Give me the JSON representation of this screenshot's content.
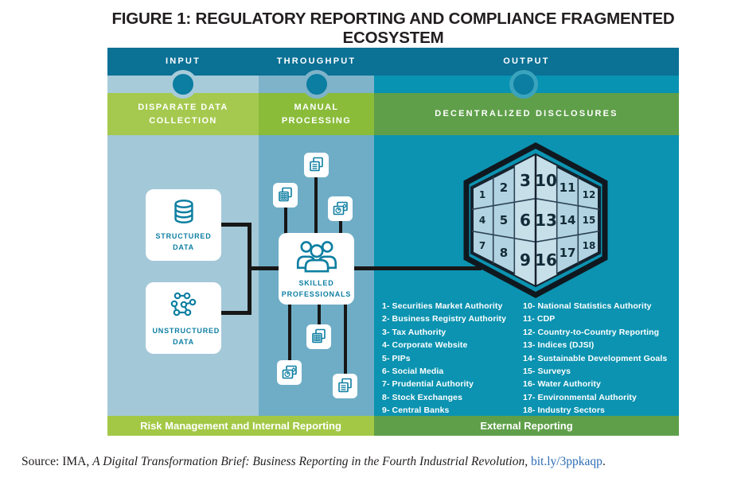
{
  "title": "FIGURE 1: REGULATORY REPORTING AND COMPLIANCE FRAGMENTED ECOSYSTEM",
  "stages": {
    "input": "INPUT",
    "throughput": "THROUGHPUT",
    "output": "OUTPUT"
  },
  "bands": {
    "input": "DISPARATE DATA COLLECTION",
    "throughput": "MANUAL PROCESSING",
    "output": "DECENTRALIZED DISCLOSURES"
  },
  "boxes": {
    "structured": "STRUCTURED DATA",
    "unstructured": "UNSTRUCTURED DATA",
    "skilled": "SKILLED PROFESSIONALS"
  },
  "cube": {
    "cells": [
      "1",
      "2",
      "3",
      "4",
      "5",
      "6",
      "7",
      "8",
      "9",
      "10",
      "11",
      "12",
      "13",
      "14",
      "15",
      "16",
      "17",
      "18"
    ]
  },
  "disclosures": {
    "col1": [
      "1- Securities Market Authority",
      "2- Business Registry Authority",
      "3- Tax Authority",
      "4- Corporate Website",
      "5- PIPs",
      "6- Social Media",
      "7- Prudential Authority",
      "8- Stock Exchanges",
      "9- Central Banks"
    ],
    "col2": [
      "10- National Statistics Authority",
      "11- CDP",
      "12- Country-to-Country Reporting",
      "13- Indices (DJSI)",
      "14- Sustainable Development Goals",
      "15- Surveys",
      "16- Water Authority",
      "17- Environmental Authority",
      "18- Industry Sectors"
    ]
  },
  "footer": {
    "left": "Risk Management and Internal Reporting",
    "right": "External Reporting"
  },
  "source": {
    "label": "Source: IMA, ",
    "work": "A Digital Transformation Brief: Business Reporting in the Fourth Industrial Revolution, ",
    "link": "bit.ly/3ppkaqp",
    "end": "."
  },
  "colors": {
    "teal_header": "#0b7195",
    "teal_band": "#0893b3",
    "teal_body": "#0b93b1",
    "blue_input_body": "#a3c8d8",
    "blue_throughput_body": "#6fadc6",
    "green_light": "#a5c94e",
    "green_mid": "#8abc3a",
    "green_dark": "#5f9f4a",
    "node_fill": "#0b7ea1",
    "icon_teal": "#0e7fa2",
    "connector_black": "#171717",
    "cube_face": "#b2d3e1",
    "link_blue": "#2e6db4"
  }
}
